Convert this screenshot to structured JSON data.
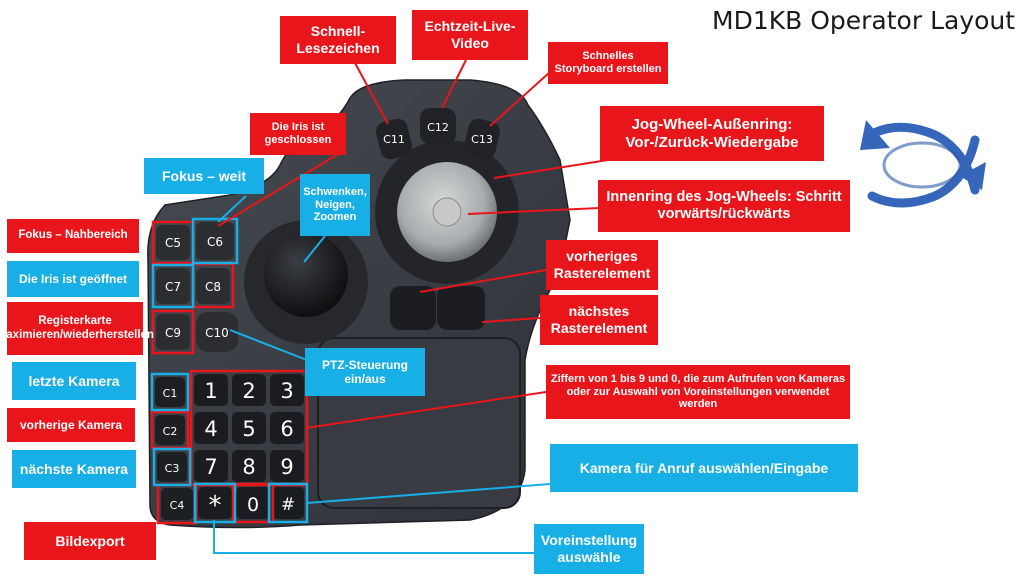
{
  "title": "MD1KB Operator Layout",
  "colors": {
    "red": "#e8151b",
    "blue": "#18aee6",
    "device": "#3a3e45",
    "key": "#202226",
    "arrow_blue": "#3566ba"
  },
  "keys": {
    "c1": "C1",
    "c2": "C2",
    "c3": "C3",
    "c4": "C4",
    "c5": "C5",
    "c6": "C6",
    "c7": "C7",
    "c8": "C8",
    "c9": "C9",
    "c10": "C10",
    "c11": "C11",
    "c12": "C12",
    "c13": "C13",
    "n1": "1",
    "n2": "2",
    "n3": "3",
    "n4": "4",
    "n5": "5",
    "n6": "6",
    "n7": "7",
    "n8": "8",
    "n9": "9",
    "n0": "0",
    "star": "*",
    "hash": "#"
  },
  "labels": {
    "schnell_lesezeichen": "Schnell-Lesezeichen",
    "echtzeit_live_video": "Echtzeit-Live-Video",
    "schnelles_storyboard": "Schnelles Storyboard erstellen",
    "iris_geschlossen": "Die Iris ist geschlossen",
    "fokus_weit": "Fokus – weit",
    "schwenken": "Schwenken, Neigen, Zoomen",
    "jog_aussenring": "Jog-Wheel-Außenring: Vor-/Zurück-Wiedergabe",
    "jog_innenring": "Innenring des Jog-Wheels: Schritt vorwärts/rückwärts",
    "fokus_nah": "Fokus – Nahbereich",
    "iris_geoeffnet": "Die Iris ist geöffnet",
    "registerkarte": "Registerkarte maximieren/wiederherstellen",
    "vorheriges_raster": "vorheriges Rasterelement",
    "naechstes_raster": "nächstes Rasterelement",
    "ptz": "PTZ-Steuerung ein/aus",
    "letzte_kamera": "letzte Kamera",
    "ziffern": "Ziffern von 1 bis 9 und 0, die zum Aufrufen von Kameras oder zur Auswahl von Voreinstellungen verwendet werden",
    "vorherige_kamera": "vorherige Kamera",
    "naechste_kamera": "nächste Kamera",
    "kamera_anruf": "Kamera für Anruf auswählen/Eingabe",
    "bildexport": "Bildexport",
    "voreinstellung": "Voreinstellung auswähle"
  }
}
